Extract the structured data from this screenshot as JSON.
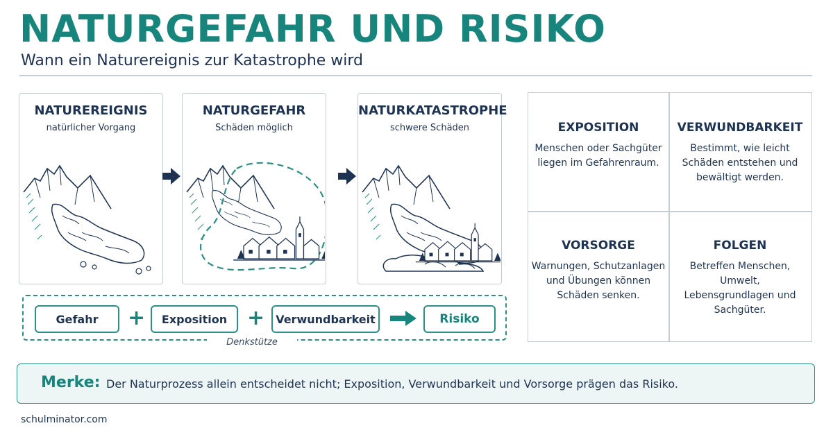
{
  "header": {
    "title": "NATURGEFAHR UND RISIKO",
    "subtitle": "Wann ein Naturereignis zur Katastrophe wird"
  },
  "panels": [
    {
      "title": "NATUREREIGNIS",
      "subtitle": "natürlicher Vorgang",
      "icon": "rockfall-icon"
    },
    {
      "title": "NATURGEFAHR",
      "subtitle": "Schäden möglich",
      "icon": "rockfall-village-icon"
    },
    {
      "title": "NATURKATASTROPHE",
      "subtitle": "schwere Schäden",
      "icon": "destroyed-village-icon"
    }
  ],
  "formula": {
    "terms": [
      "Gefahr",
      "Exposition",
      "Verwundbarkeit"
    ],
    "operator": "+",
    "result": "Risiko",
    "caption": "Denkstütze"
  },
  "factors": [
    {
      "title": "EXPOSITION",
      "text": [
        "Menschen oder Sachgüter",
        "liegen im Gefahrenraum."
      ]
    },
    {
      "title": "VERWUNDBARKEIT",
      "text": [
        "Bestimmt, wie leicht",
        "Schäden entstehen und",
        "bewältigt werden."
      ]
    },
    {
      "title": "VORSORGE",
      "text": [
        "Warnungen, Schutzanlagen",
        "und Übungen können",
        "Schäden senken."
      ]
    },
    {
      "title": "FOLGEN",
      "text": [
        "Betreffen Menschen, Umwelt,",
        "Lebensgrundlagen und",
        "Sachgüter."
      ]
    }
  ],
  "merke": {
    "label": "Merke:",
    "text": "Der Naturprozess allein entscheidet nicht; Exposition, Verwundbarkeit und Vorsorge prägen das Risiko."
  },
  "footer": {
    "source": "schulminator.com"
  },
  "colors": {
    "accent": "#17857c",
    "navy": "#1e3352",
    "border": "#c3ccd7",
    "merke_bg": "#edf6f5"
  }
}
